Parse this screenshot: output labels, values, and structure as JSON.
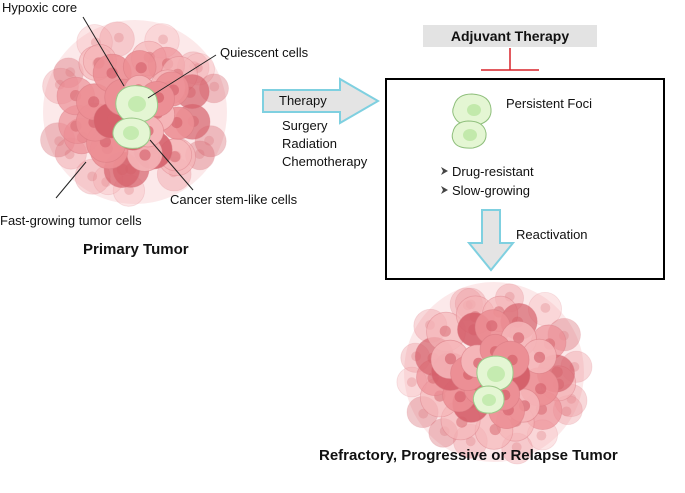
{
  "primary": {
    "labels": {
      "hypoxic_core": "Hypoxic core",
      "quiescent_cells": "Quiescent cells",
      "cancer_stem_like": "Cancer stem-like cells",
      "fast_growing": "Fast-growing tumor cells"
    },
    "title": "Primary Tumor"
  },
  "therapy": {
    "label": "Therapy",
    "items": [
      "Surgery",
      "Radiation",
      "Chemotherapy"
    ]
  },
  "adjuvant": {
    "label": "Adjuvant Therapy"
  },
  "persistent": {
    "title": "Persistent Foci",
    "bullets": [
      "Drug-resistant",
      "Slow-growing"
    ],
    "reactivation": "Reactivation"
  },
  "outcome": {
    "title": "Refractory, Progressive or Relapse Tumor"
  },
  "colors": {
    "tumor_light": "#f5b5b8",
    "tumor_mid": "#ec8f95",
    "tumor_dark": "#d5616b",
    "stem_light": "#e6f7d6",
    "stem_dark": "#b9e3a0",
    "arrow_fill": "#e4e4e4",
    "arrow_stroke": "#7fd0e0",
    "inhibit": "#d9232a",
    "box_grey": "#e3e3e3"
  },
  "icons": {
    "bullet": "arrowhead-bullet-icon",
    "inhibit": "inhibition-bar-icon"
  }
}
